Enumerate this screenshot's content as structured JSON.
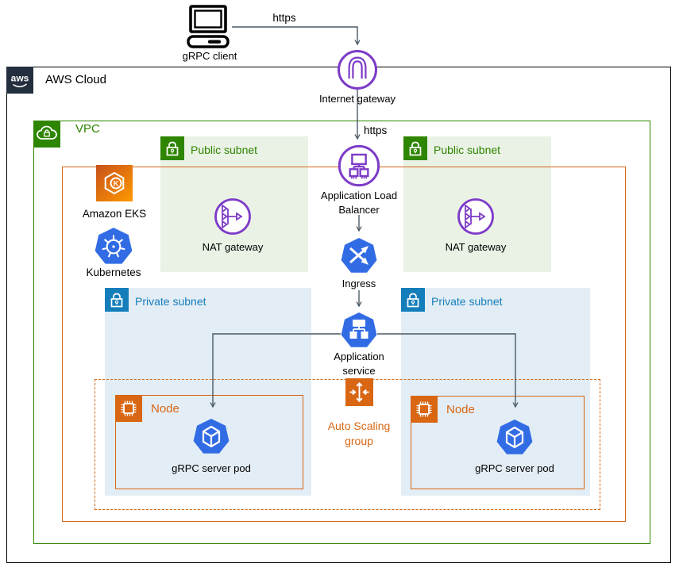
{
  "colors": {
    "aws_dark": "#232F3E",
    "vpc_green": "#2E8500",
    "public_subnet_bg": "#EAF2E6",
    "private_subnet_bg": "#E3EDF5",
    "subnet_blue": "#147EBA",
    "orange": "#D86613",
    "eks_gradient_start": "#C8511B",
    "eks_gradient_end": "#FF9900",
    "purple": "#7D3BC8",
    "k8s_blue": "#326CE5",
    "connector": "#4A5A66"
  },
  "client": {
    "label": "gRPC client"
  },
  "connections": {
    "client_https": "https",
    "vpc_https": "https"
  },
  "aws_cloud": {
    "logo_text": "aws",
    "label": "AWS Cloud"
  },
  "vpc": {
    "label": "VPC"
  },
  "eks": {
    "label": "Amazon EKS",
    "glyph_letter": "K"
  },
  "kubernetes": {
    "label": "Kubernetes"
  },
  "internet_gateway": {
    "label": "Internet gateway"
  },
  "load_balancer": {
    "label": "Application Load Balancer"
  },
  "ingress": {
    "label": "Ingress"
  },
  "app_service": {
    "label": "Application service"
  },
  "auto_scaling": {
    "label": "Auto Scaling group"
  },
  "subnets": {
    "public_left": {
      "label": "Public subnet",
      "nat_label": "NAT gateway"
    },
    "public_right": {
      "label": "Public subnet",
      "nat_label": "NAT gateway"
    },
    "private_left": {
      "label": "Private subnet",
      "node_label": "Node",
      "pod_label": "gRPC server pod"
    },
    "private_right": {
      "label": "Private subnet",
      "node_label": "Node",
      "pod_label": "gRPC server pod"
    }
  }
}
